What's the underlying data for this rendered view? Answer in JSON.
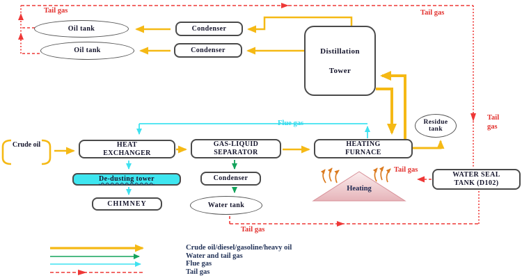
{
  "colors": {
    "oil_flow": "#F5B915",
    "water_flow": "#14A35C",
    "flue_flow": "#3FE2F0",
    "tail_flow": "#EE3837",
    "dedusting_fill": "#3EE6F0",
    "heating_fill": "#E9BDC1",
    "box_border": "#4a4a4a",
    "text": "#14142b"
  },
  "nodes": {
    "oil_tank_1": "Oil tank",
    "oil_tank_2": "Oil tank",
    "condenser_1": "Condenser",
    "condenser_2": "Condenser",
    "distillation_tower": {
      "line1": "Distillation",
      "line2": "Tower"
    },
    "residue_tank": {
      "line1": "Residue",
      "line2": "tank"
    },
    "crude_oil": {
      "line1": "Crude",
      "line2": "oil"
    },
    "heat_exchanger": {
      "line1": "HEAT",
      "line2": "EXCHANGER"
    },
    "gas_liquid_separator": {
      "line1": "GAS-LIQUID",
      "line2": "SEPARATOR"
    },
    "heating_furnace": {
      "line1": "HEATING",
      "line2": "FURNACE"
    },
    "de_dusting_tower": "De-dusting tower",
    "chimney": "CHIMNEY",
    "condenser_3": "Condenser",
    "water_tank": "Water tank",
    "water_seal_tank": {
      "line1": "WATER SEAL",
      "line2": "TANK (D102)"
    },
    "heating": "Heating"
  },
  "labels": {
    "tail_gas_top_left": "Tail gas",
    "tail_gas_top_right": "Tail gas",
    "tail_gas_right": {
      "line1": "Tail",
      "line2": "gas"
    },
    "flue_gas": "Flue gas",
    "tail_gas_furnace": "Tail gas",
    "tail_gas_bottom": "Tail gas"
  },
  "legend": {
    "items": [
      {
        "label": "Crude oil/diesel/gasoline/heavy oil",
        "style": "solid-yellow-thick"
      },
      {
        "label": "Water and tail gas",
        "style": "solid-green"
      },
      {
        "label": "Flue gas",
        "style": "solid-cyan"
      },
      {
        "label": "Tail gas",
        "style": "dashed-red"
      }
    ]
  }
}
